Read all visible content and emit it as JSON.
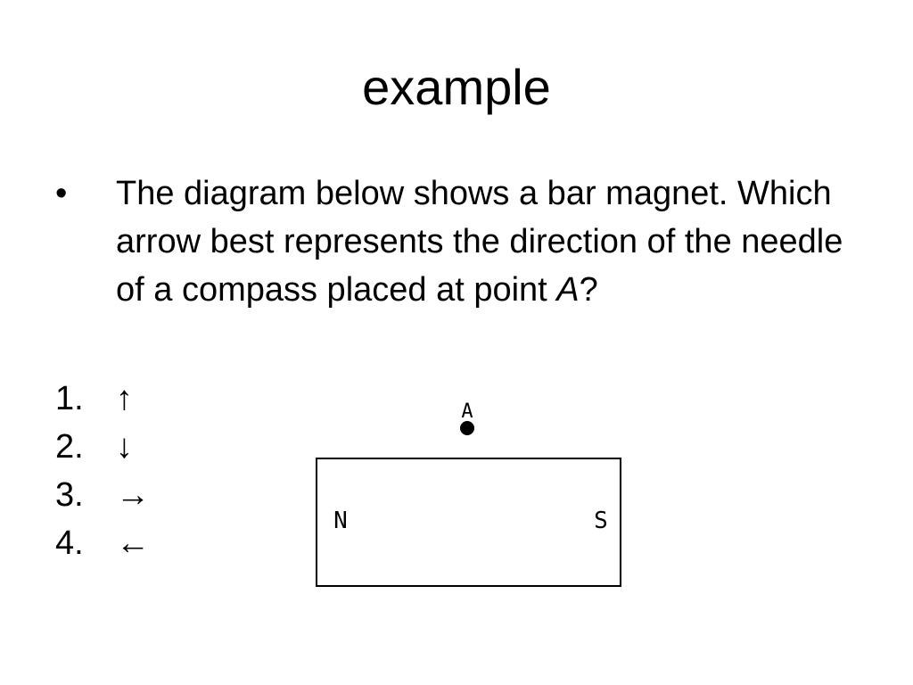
{
  "slide": {
    "title": "example"
  },
  "question": {
    "bullet": "•",
    "text_before": "The diagram below shows a bar magnet. Which arrow best represents the direction of the needle of a compass placed at point ",
    "point_ref": "A",
    "text_after": "?"
  },
  "choices": [
    {
      "number": "1.",
      "arrow": "↑"
    },
    {
      "number": "2.",
      "arrow": "↓"
    },
    {
      "number": "3.",
      "arrow": "→"
    },
    {
      "number": "4.",
      "arrow": "←"
    }
  ],
  "diagram": {
    "point_label": "A",
    "north_label": "N",
    "south_label": "S"
  }
}
